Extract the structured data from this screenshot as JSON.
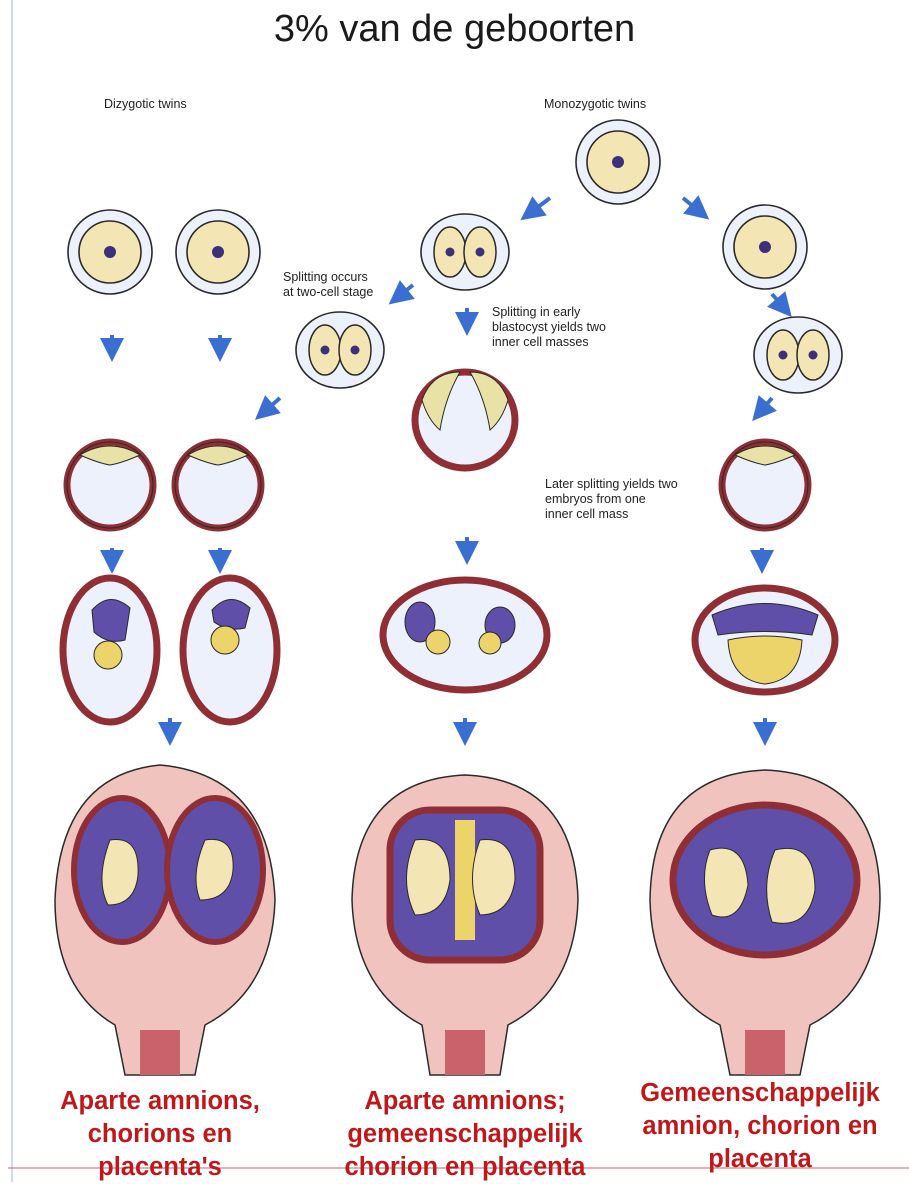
{
  "title": "3% van de geboorten",
  "labels": {
    "dizygotic": "Dizygotic twins",
    "monozygotic": "Monozygotic twins",
    "split_two_cell": [
      "Splitting occurs",
      "at two-cell stage"
    ],
    "split_blastocyst": [
      "Splitting in early",
      "blastocyst yields two",
      "inner cell masses"
    ],
    "split_later": [
      "Later splitting yields two",
      "embryos from one",
      "inner cell mass"
    ]
  },
  "captions": {
    "left": [
      "Aparte amnions,",
      "chorions en",
      "placenta's"
    ],
    "middle": [
      "Aparte amnions;",
      "gemeenschappelijk",
      "chorion en placenta"
    ],
    "right": [
      "Gemeenschappelijk",
      "amnion, chorion en",
      "placenta"
    ]
  },
  "colors": {
    "caption": "#c0181a",
    "arrow": "#3a6fd1",
    "trophoblast": "#8f2f35",
    "amnion": "#5f4fa8",
    "yolk": "#ecd36a",
    "cell": "#f3e6b4",
    "fluid": "#eef0fa",
    "uterus": "#f0c3bf"
  }
}
